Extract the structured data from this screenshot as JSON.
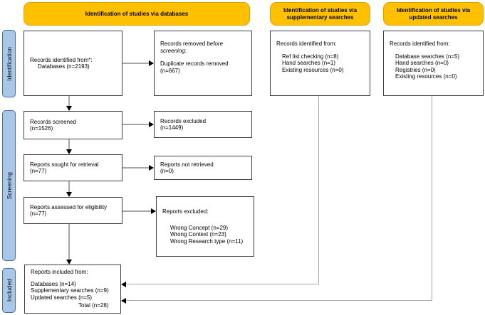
{
  "headers": [
    {
      "label": "Identification of studies via databases"
    },
    {
      "label": "Identification of studies via supplementary searches"
    },
    {
      "label": "Identification of studies via updated searches"
    }
  ],
  "stages": [
    {
      "label": "Identification"
    },
    {
      "label": "Screening"
    },
    {
      "label": "Included"
    }
  ],
  "boxes": {
    "identified_databases": {
      "title": "Records identified from*:",
      "items": [
        "Databases (n=2193)"
      ]
    },
    "records_removed": {
      "title_pre": "Records removed ",
      "title_italic": "before screening",
      "title_post": ":",
      "items": [
        "Duplicate records removed (n=667)"
      ]
    },
    "supplementary_identified": {
      "title": "Records identified from:",
      "items": [
        "Ref list checking (n=8)",
        "Hand searches (n=1)",
        "Existing resources (n=0)"
      ]
    },
    "updated_identified": {
      "title": "Records identified from:",
      "items": [
        "Database searches (n=5)",
        "Hand searches (n=0)",
        "Registries (n=0)",
        "Existing resources (n=0)"
      ]
    },
    "records_screened": {
      "line1": "Records screened",
      "line2": "(n=1526)"
    },
    "records_excluded": {
      "line1": "Records excluded",
      "line2": "(n=1449)"
    },
    "reports_sought": {
      "line1": "Reports sought for retrieval",
      "line2": "(n=77)"
    },
    "reports_not_retrieved": {
      "line1": "Reports not retrieved",
      "line2": "(n=0)"
    },
    "reports_assessed": {
      "line1": "Reports assessed for eligibility",
      "line2": "(n=77)"
    },
    "reports_excluded": {
      "title": "Reports excluded:",
      "items": [
        "Wrong Concept (n=29)",
        "Wrong Context (n=23)",
        "Wrong Research type (n=11)"
      ]
    },
    "reports_included": {
      "title": "Reports included from:",
      "items": [
        "Databases (n=14)",
        "Supplementary searches (n=9)",
        "Updated searches (n=5)"
      ],
      "total": "Total (n=28)"
    }
  },
  "colors": {
    "header_fill": "#FFC000",
    "header_border": "#DFA000",
    "stage_fill": "#A9C7E8",
    "stage_border": "#41719C",
    "box_border": "#3F3F3F",
    "line": "#A6A6A6",
    "arrowhead": "#000000"
  }
}
